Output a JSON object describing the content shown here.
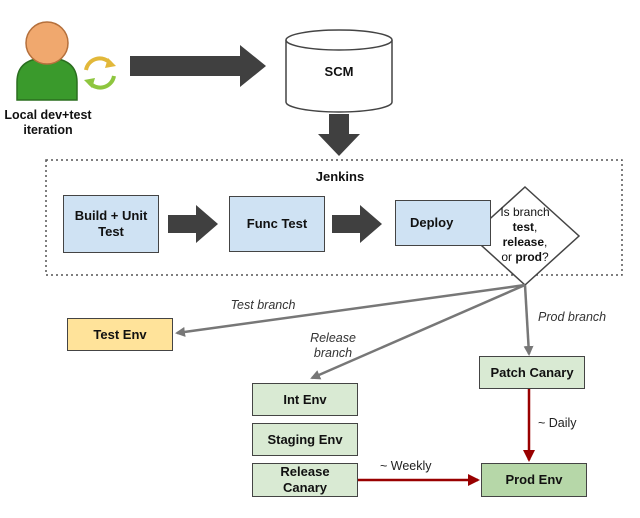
{
  "developer": {
    "label_line1": "Local dev+test",
    "label_line2": "iteration"
  },
  "scm": {
    "label": "SCM"
  },
  "jenkins": {
    "title": "Jenkins",
    "build": {
      "line1": "Build + Unit",
      "line2": "Test"
    },
    "func_test": "Func Test",
    "deploy": "Deploy",
    "decision": {
      "line1": "Is branch",
      "line2_bold": "test",
      "line2_after": ",",
      "line3_bold": "release",
      "line3_after": ",",
      "line4_before": "or ",
      "line4_bold": "prod",
      "line4_after": "?"
    }
  },
  "branches": {
    "test": "Test branch",
    "release_line1": "Release",
    "release_line2": "branch",
    "prod": "Prod branch"
  },
  "environments": {
    "test_env": "Test Env",
    "int_env": "Int Env",
    "staging_env": "Staging Env",
    "release_canary_line1": "Release",
    "release_canary_line2": "Canary",
    "patch_canary": "Patch Canary",
    "prod_env": "Prod Env"
  },
  "schedules": {
    "weekly": "~ Weekly",
    "daily": "~ Daily"
  },
  "colors": {
    "stage_fill": "#cfe2f3",
    "test_env_fill": "#ffe39a",
    "env_fill": "#d9ead3",
    "prod_fill": "#b6d7a8",
    "promotion_arrow": "#990000",
    "branch_arrow": "#777777"
  }
}
